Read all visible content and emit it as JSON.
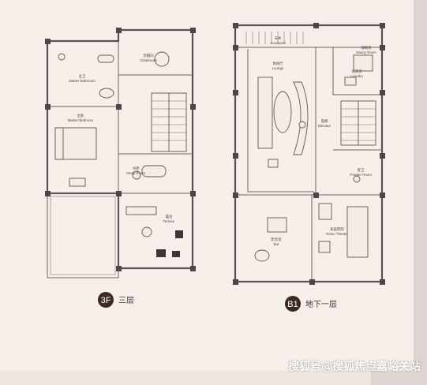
{
  "floors": [
    {
      "badge": "3F",
      "name": "三层",
      "rooms": [
        {
          "cn": "衣帽间",
          "en": "Cloakroom"
        },
        {
          "cn": "主卫",
          "en": "Master Bathroom"
        },
        {
          "cn": "主卧",
          "en": "Master Bedroom"
        },
        {
          "cn": "书吧",
          "en": "Study Room"
        },
        {
          "cn": "露台",
          "en": "Terrace"
        }
      ]
    },
    {
      "badge": "B1",
      "name": "地下一层",
      "rooms": [
        {
          "cn": "天井",
          "en": "Courtyard"
        },
        {
          "cn": "保姆房",
          "en": "Nanny Room"
        },
        {
          "cn": "休闲厅",
          "en": "Lounge"
        },
        {
          "cn": "洗衣房",
          "en": "Laundry"
        },
        {
          "cn": "电梯",
          "en": "Elevator"
        },
        {
          "cn": "客卫",
          "en": "Powder Room"
        },
        {
          "cn": "影音室",
          "en": "Bar"
        },
        {
          "cn": "家庭影院",
          "en": "Home Theater"
        }
      ]
    }
  ],
  "watermark": "搜狐号@搜狐焦点嘉峪关站",
  "colors": {
    "paper": "#f7f0ea",
    "background": "#ddd5d2",
    "wall": "#5a5250",
    "badge": "#3b2a24"
  }
}
